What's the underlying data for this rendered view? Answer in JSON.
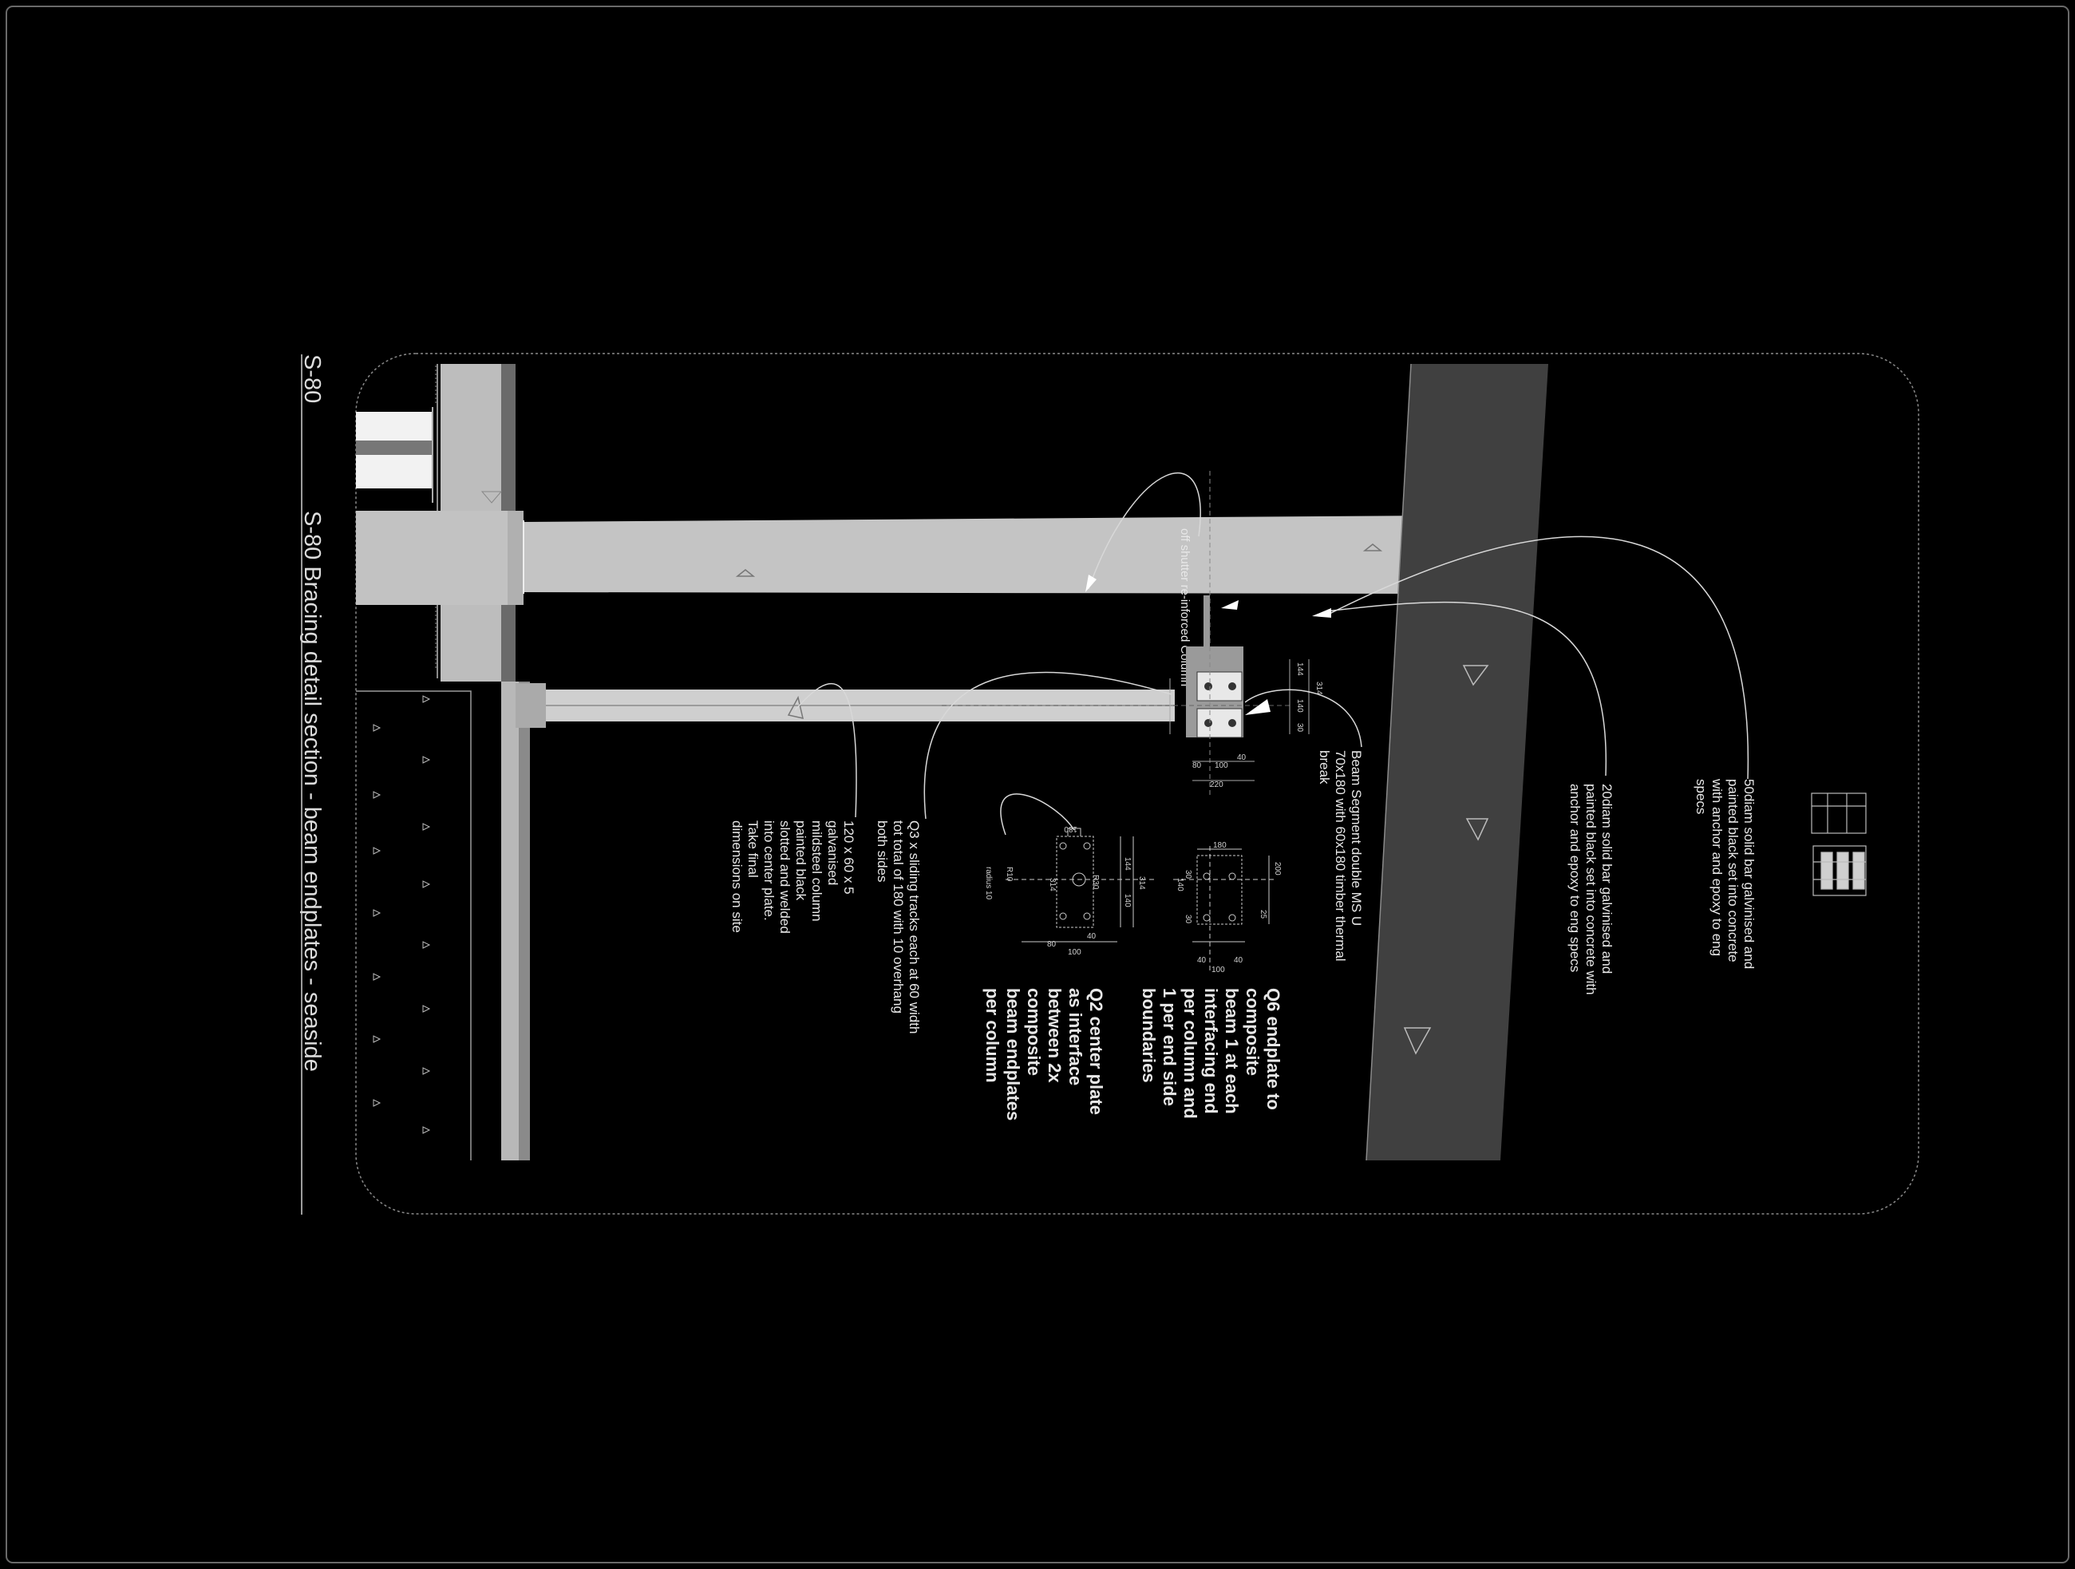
{
  "sheet": {
    "number": "S-80",
    "title": "S-80 Bracing detail section - beam endplates - seaside"
  },
  "column_label": "off shutter re-inforced Column",
  "notes": {
    "bar_50": [
      "50diam solid bar galvinised and",
      "painted black set into  concrete",
      "with anchor and epoxy to eng",
      "specs"
    ],
    "bar_20": [
      "20diam solid bar galvinised and",
      "painted black set into concrete with",
      "anchor and epoxy to eng specs"
    ],
    "beam_segment": [
      "Beam Segment double MS U",
      "70x180 with 60x180 timber thermal",
      "break"
    ],
    "q6": [
      "Q6 endplate to",
      "composite",
      "beam 1 at each",
      "interfacing end",
      "per column and",
      "1 per end side",
      "boundaries"
    ],
    "q2": [
      "Q2 center plate",
      "as interface",
      "between 2x",
      "composite",
      "beam endplates",
      "per column"
    ],
    "q3": [
      "Q3 x sliding tracks each at 60 width",
      "tot total of 180 with 10 overhang",
      "both sides"
    ],
    "column_120": [
      "120 x 60 x 5",
      "galvanised",
      "mildsteel column",
      "painted black",
      "slotted and welded",
      "into center plate.",
      "Take final",
      "dimensions on site"
    ]
  },
  "dimensions": {
    "d144": "144",
    "d314": "314",
    "d140": "140",
    "d30": "30",
    "d80": "80",
    "d100": "100",
    "d40": "40",
    "d220": "220",
    "d180": "180",
    "d200": "200",
    "d25": "25",
    "radius": "radius 10",
    "r10": "R10",
    "r30": "R30"
  }
}
